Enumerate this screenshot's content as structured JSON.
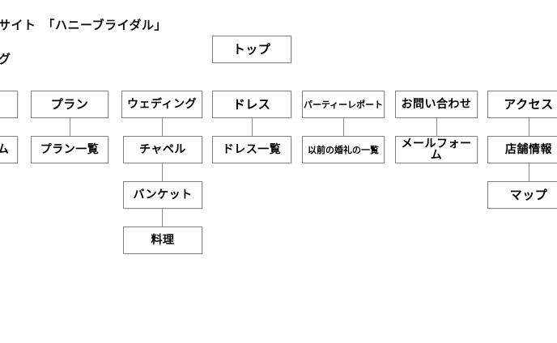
{
  "header": {
    "line1": "サイト　「ハニーブライダル」",
    "line2": "グ"
  },
  "diagram": {
    "type": "sitemap-tree",
    "root": {
      "label": "トップ"
    },
    "columns": [
      {
        "name": "clipped-left-column",
        "nodes": [
          {
            "label": ""
          },
          {
            "label": "ーム"
          }
        ]
      },
      {
        "name": "plan-column",
        "nodes": [
          {
            "label": "プラン"
          },
          {
            "label": "プラン一覧"
          }
        ]
      },
      {
        "name": "wedding-column",
        "nodes": [
          {
            "label": "ウェディング"
          },
          {
            "label": "チャペル"
          },
          {
            "label": "バンケット"
          },
          {
            "label": "料理"
          }
        ]
      },
      {
        "name": "dress-column",
        "nodes": [
          {
            "label": "ドレス"
          },
          {
            "label": "ドレス一覧"
          }
        ]
      },
      {
        "name": "party-report-column",
        "nodes": [
          {
            "label": "パーティーレポート"
          },
          {
            "label": "以前の婚礼の一覧"
          }
        ]
      },
      {
        "name": "contact-column",
        "nodes": [
          {
            "label": "お問い合わせ"
          },
          {
            "label": "メールフォーム"
          }
        ]
      },
      {
        "name": "access-column",
        "nodes": [
          {
            "label": "アクセス"
          },
          {
            "label": "店舗情報"
          },
          {
            "label": "マップ"
          }
        ]
      }
    ]
  },
  "colors": {
    "background": "#ffffff",
    "box_border": "#8b8b8b",
    "text": "#000000",
    "connector": "#8b8b8b"
  }
}
